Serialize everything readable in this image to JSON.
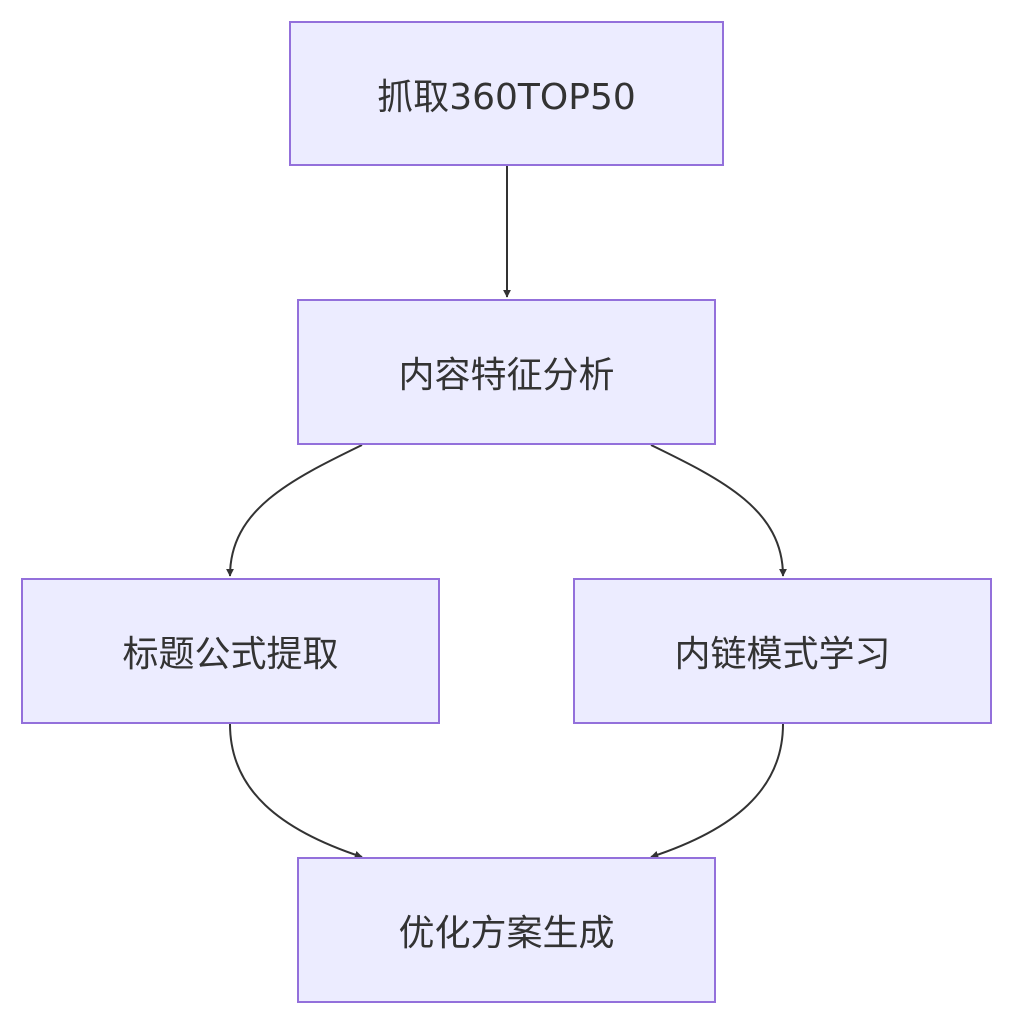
{
  "diagram": {
    "nodes": {
      "crawl": "抓取360TOP50",
      "analyze": "内容特征分析",
      "title_formula": "标题公式提取",
      "link_pattern": "内链模式学习",
      "plan": "优化方案生成"
    },
    "edges": [
      {
        "from": "crawl",
        "to": "analyze"
      },
      {
        "from": "analyze",
        "to": "title_formula"
      },
      {
        "from": "analyze",
        "to": "link_pattern"
      },
      {
        "from": "title_formula",
        "to": "plan"
      },
      {
        "from": "link_pattern",
        "to": "plan"
      }
    ],
    "colors": {
      "node_fill": "#ececff",
      "node_border": "#9370db",
      "edge": "#333333",
      "text": "#333333"
    }
  }
}
